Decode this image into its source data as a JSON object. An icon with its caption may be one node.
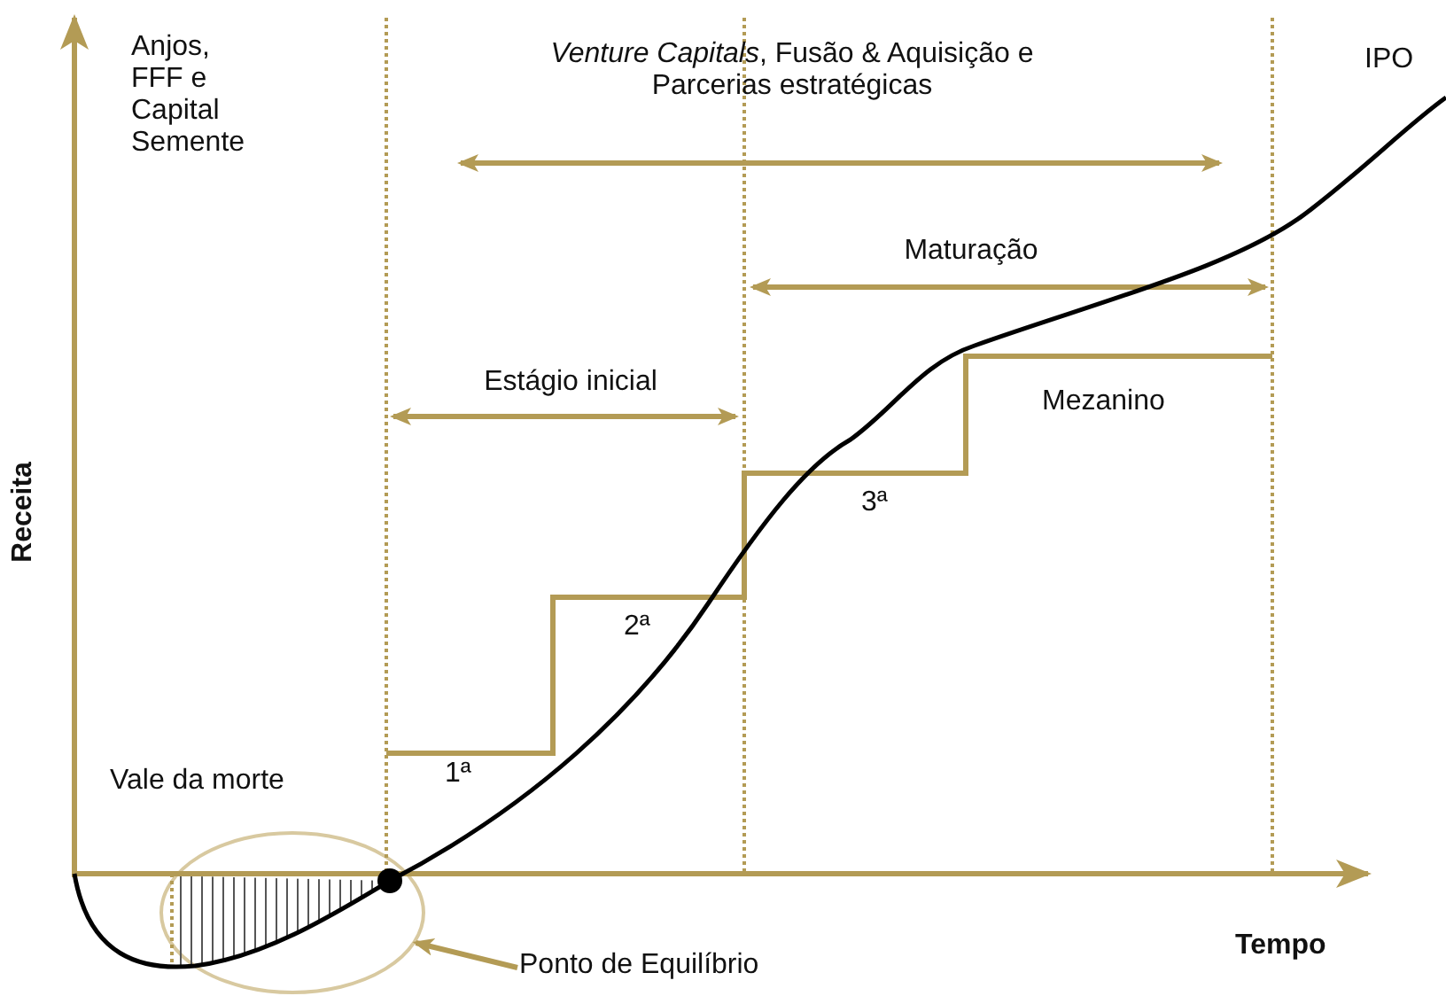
{
  "diagram": {
    "nodes": [
      {
        "text": [
          "Ponto de Equilíbrio"
        ]
      },
      {
        "text": [],
        "shape": "circle"
      }
    ],
    "edges": [
      {
        "from": 0,
        "to": 1,
        "arrow": "to"
      }
    ],
    "labels": [
      "Anjos, FFF e Capital Semente",
      "*Venture Capitals*, Fusão & Aquisição e Parcerias estratégicas",
      "IPO",
      "Maturação",
      "Estágio inicial",
      "Mezanino",
      "Receita",
      "3ª",
      "2ª",
      "1ª",
      "Vale da morte",
      "Tempo"
    ]
  }
}
